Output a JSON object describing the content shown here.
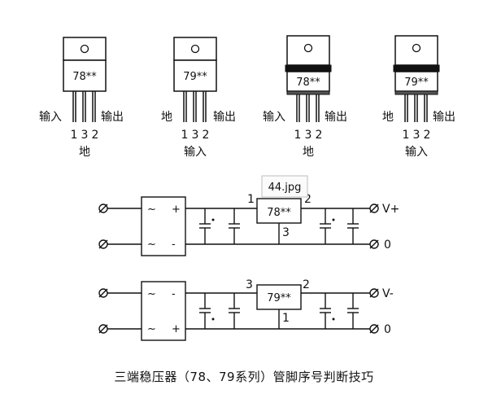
{
  "diagram": {
    "packages": [
      {
        "marking": "78**",
        "pins": [
          "1",
          "3",
          "2"
        ],
        "left_label": "输入",
        "right_label": "输出",
        "bottom_label": "地"
      },
      {
        "marking": "79**",
        "pins": [
          "1",
          "3",
          "2"
        ],
        "left_label": "地",
        "right_label": "输出",
        "bottom_label": "输入"
      },
      {
        "marking": "78**",
        "pins": [
          "1",
          "3",
          "2"
        ],
        "left_label": "输入",
        "right_label": "输出",
        "bottom_label": "地"
      },
      {
        "marking": "79**",
        "pins": [
          "1",
          "3",
          "2"
        ],
        "left_label": "地",
        "right_label": "输出",
        "bottom_label": "输入"
      }
    ],
    "circuit_positive": {
      "bridge_symbols": [
        "~",
        "+",
        "~",
        "-"
      ],
      "regulator": "78**",
      "pin_in": "1",
      "pin_gnd": "3",
      "pin_out": "2",
      "out_label": "V+",
      "gnd_label": "0"
    },
    "circuit_negative": {
      "bridge_symbols": [
        "~",
        "-",
        "~",
        "+"
      ],
      "regulator": "79**",
      "pin_in": "3",
      "pin_gnd": "1",
      "pin_out": "2",
      "out_label": "V-",
      "gnd_label": "0"
    },
    "tooltip": "44.jpg",
    "caption": "三端稳压器（78、79系列）管脚序号判断技巧"
  }
}
